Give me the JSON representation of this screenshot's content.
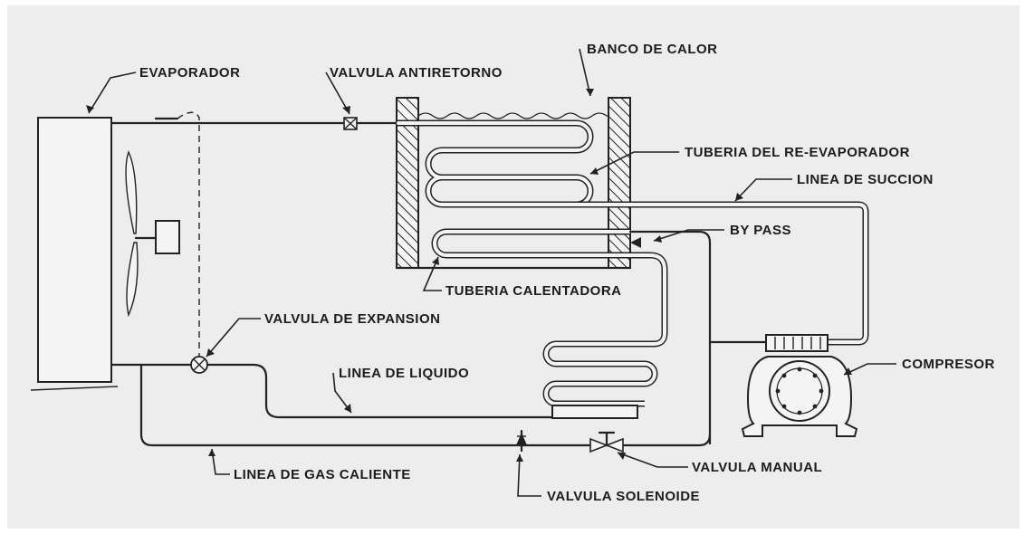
{
  "labels": {
    "evaporador": "EVAPORADOR",
    "valvula_antiretorno": "VALVULA ANTIRETORNO",
    "banco_de_calor": "BANCO DE CALOR",
    "tuberia_reevaporador": "TUBERIA DEL RE-EVAPORADOR",
    "linea_succion": "LINEA DE SUCCION",
    "by_pass": "BY PASS",
    "tuberia_calentadora": "TUBERIA CALENTADORA",
    "valvula_expansion": "VALVULA DE EXPANSION",
    "linea_liquido": "LINEA DE LIQUIDO",
    "compresor": "COMPRESOR",
    "valvula_manual": "VALVULA MANUAL",
    "linea_gas_caliente": "LINEA DE GAS CALIENTE",
    "valvula_solenoide": "VALVULA SOLENOIDE"
  },
  "colors": {
    "background": "#ededed",
    "line": "#222222",
    "text": "#1c1c1c"
  }
}
